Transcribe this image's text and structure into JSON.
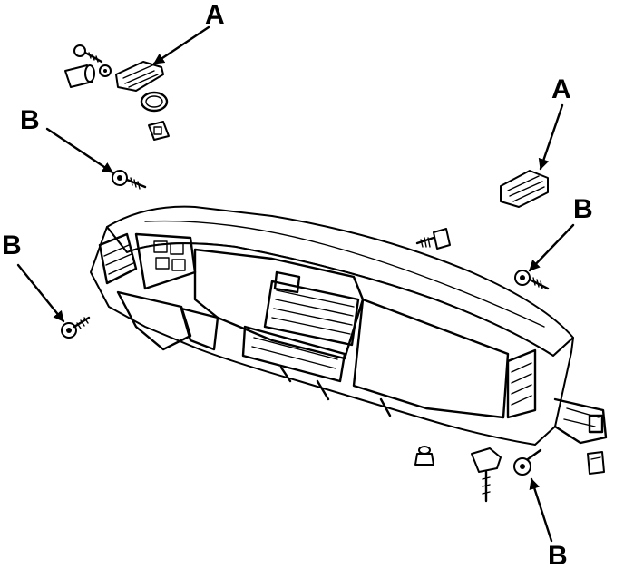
{
  "callouts": {
    "a_top": "A",
    "a_right": "A",
    "b_upper_left": "B",
    "b_left": "B",
    "b_right": "B",
    "b_bottom": "B"
  },
  "colors": {
    "ink": "#000000",
    "paper": "#ffffff"
  }
}
